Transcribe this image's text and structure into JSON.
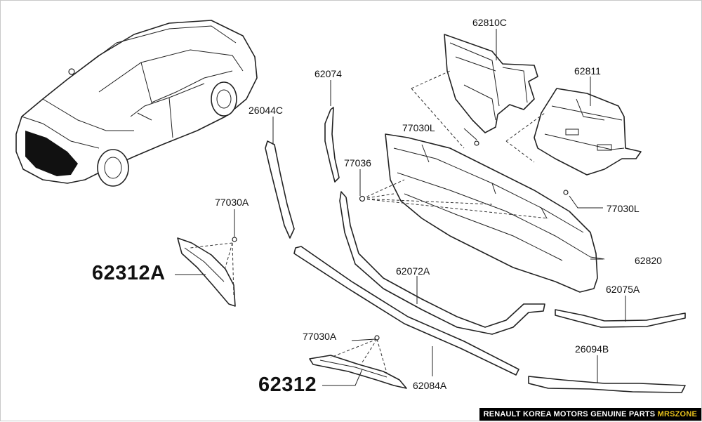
{
  "parts": {
    "p62810C": "62810C",
    "p62811": "62811",
    "p62074": "62074",
    "p26044C": "26044C",
    "p77030L_a": "77030L",
    "p77030L_b": "77030L",
    "p77036": "77036",
    "p77030A_a": "77030A",
    "p77030A_b": "77030A",
    "p62820": "62820",
    "p62072A": "62072A",
    "p62075A": "62075A",
    "p26094B": "26094B",
    "p62084A": "62084A",
    "p62312A": "62312A",
    "p62312": "62312"
  },
  "footer": {
    "text": "RENAULT KOREA MOTORS GENUINE PARTS",
    "brand": "MRSZONE"
  },
  "colors": {
    "line": "#222222",
    "footer_bg": "#000000",
    "brand": "#e8c21c"
  }
}
